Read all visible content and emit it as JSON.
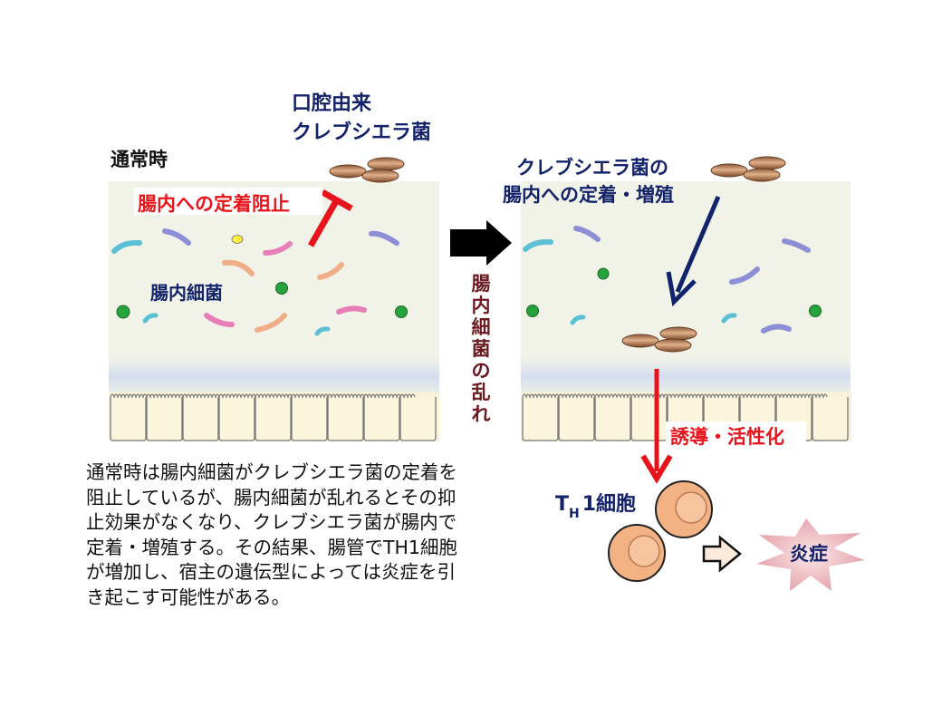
{
  "left_panel": {
    "title": "通常時",
    "oral_bacteria_label": [
      "口腔由来",
      "クレブシエラ菌"
    ],
    "inhibition_label": "腸内への定着阻止",
    "gut_bacteria_label": "腸内細菌"
  },
  "transition_label": [
    "腸",
    "内",
    "細",
    "菌",
    "の",
    "乱",
    "れ"
  ],
  "right_panel": {
    "colonization_label": [
      "クレブシエラ菌の",
      "腸内への定着・増殖"
    ],
    "induction_label": "誘導・活性化",
    "th1_label": {
      "main": "T",
      "sub": "H",
      "rest": "1細胞"
    },
    "inflammation_label": "炎症"
  },
  "description": [
    "通常時は腸内細菌がクレブシエラ菌の定着を",
    "阻止しているが、腸内細菌が乱れるとその抑",
    "止効果がなくなり、クレブシエラ菌が腸内で",
    "定着・増殖する。その結果、腸管でTH1細胞",
    "が増加し、宿主の遺伝型によっては炎症を引",
    "き起こす可能性がある。"
  ],
  "colors": {
    "navy": "#13236b",
    "red": "#e8141b",
    "brown_text": "#6b1a1f",
    "panel": "#f2f3e8"
  }
}
